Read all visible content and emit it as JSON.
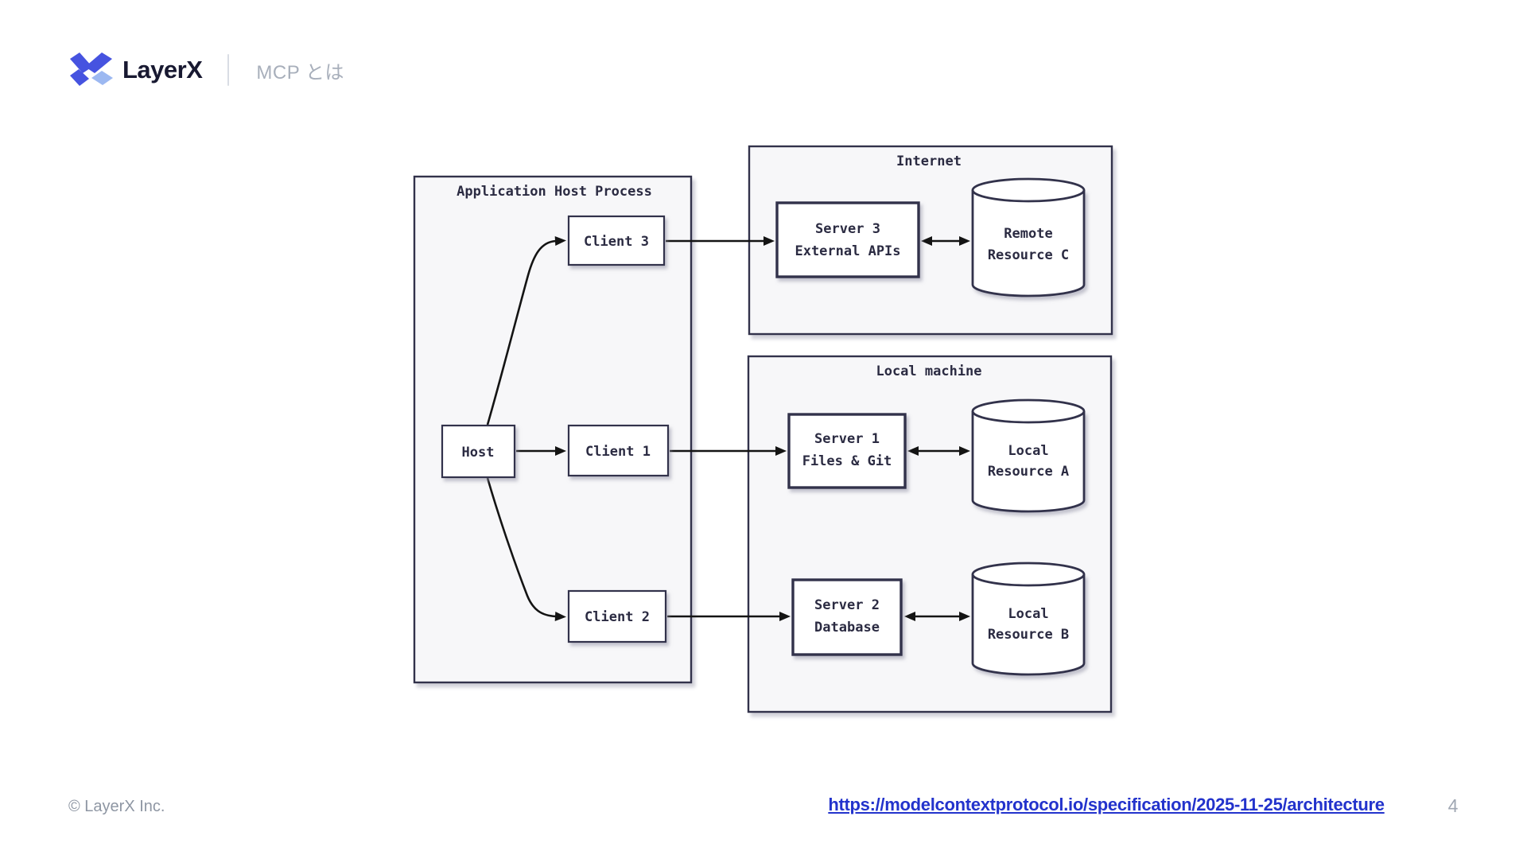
{
  "header": {
    "logo_text": "LayerX",
    "slide_title": "MCP とは"
  },
  "diagram": {
    "groups": {
      "host_process": {
        "label": "Application Host Process"
      },
      "internet": {
        "label": "Internet"
      },
      "local_machine": {
        "label": "Local machine"
      }
    },
    "nodes": {
      "host": {
        "label": "Host"
      },
      "client1": {
        "label": "Client 1"
      },
      "client2": {
        "label": "Client 2"
      },
      "client3": {
        "label": "Client 3"
      },
      "server1": {
        "line1": "Server 1",
        "line2": "Files & Git"
      },
      "server2": {
        "line1": "Server 2",
        "line2": "Database"
      },
      "server3": {
        "line1": "Server 3",
        "line2": "External APIs"
      },
      "resource_a": {
        "line1": "Local",
        "line2": "Resource A"
      },
      "resource_b": {
        "line1": "Local",
        "line2": "Resource B"
      },
      "resource_c": {
        "line1": "Remote",
        "line2": "Resource C"
      }
    }
  },
  "footer": {
    "copyright": "© LayerX Inc.",
    "link_url": "https://modelcontextprotocol.io/specification/2025-11-25/architecture",
    "page_number": "4"
  },
  "colors": {
    "logo_indigo": "#4653e0",
    "logo_light_blue": "#9cb8f1",
    "link_blue": "#2333cc",
    "diagram_stroke": "#32324b",
    "diagram_text": "#2b2b42",
    "group_fill": "#f7f7f9"
  }
}
